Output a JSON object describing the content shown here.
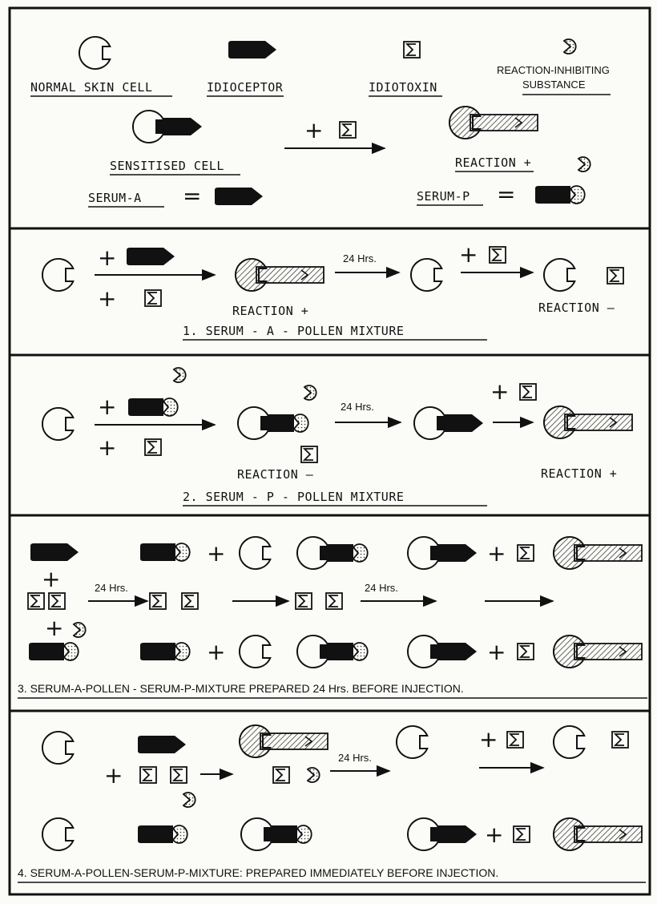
{
  "legend": {
    "normal_skin_cell": "NORMAL SKIN CELL",
    "idioceptor": "IDIOCEPTOR",
    "idiotoxin": "IDIOTOXIN",
    "inhibitor_line1": "REACTION-INHIBITING",
    "inhibitor_line2": "SUBSTANCE",
    "sensitised_cell": "SENSITISED CELL",
    "serum_a": "SERUM-A",
    "serum_p": "SERUM-P",
    "equals": "=",
    "plus": "+",
    "reaction_plus": "REACTION +"
  },
  "panel1": {
    "reaction_plus": "REACTION +",
    "time": "24 Hrs.",
    "reaction_minus": "REACTION —",
    "caption": "1.    SERUM - A -  POLLEN  MIXTURE"
  },
  "panel2": {
    "reaction_minus": "REACTION —",
    "time": "24 Hrs.",
    "reaction_plus": "REACTION +",
    "caption": "2.    SERUM - P -  POLLEN  MIXTURE"
  },
  "panel3": {
    "time1": "24 Hrs.",
    "time2": "24 Hrs.",
    "caption": "3.  SERUM-A-POLLEN  - SERUM-P-MIXTURE   PREPARED  24 Hrs. BEFORE INJECTION."
  },
  "panel4": {
    "time": "24 Hrs.",
    "caption": "4. SERUM-A-POLLEN-SERUM-P-MIXTURE: PREPARED IMMEDIATELY BEFORE INJECTION."
  }
}
